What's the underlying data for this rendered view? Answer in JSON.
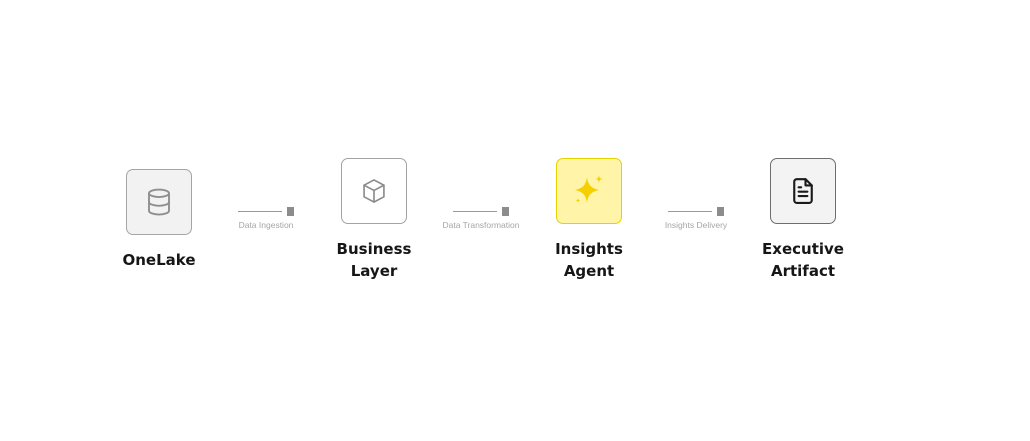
{
  "nodes": [
    {
      "label": "OneLake",
      "icon": "database-icon"
    },
    {
      "label": "Business\nLayer",
      "icon": "cube-icon"
    },
    {
      "label": "Insights\nAgent",
      "icon": "sparkle-icon"
    },
    {
      "label": "Executive\nArtifact",
      "icon": "document-icon"
    }
  ],
  "connectors": [
    {
      "label": "Data Ingestion"
    },
    {
      "label": "Data Transformation"
    },
    {
      "label": "Insights Delivery"
    }
  ],
  "colors": {
    "agent_fill": "#fff4a7",
    "agent_border": "#e8d200",
    "sparkle": "#f5d000",
    "text": "#161616",
    "muted": "#a6a6a6"
  }
}
